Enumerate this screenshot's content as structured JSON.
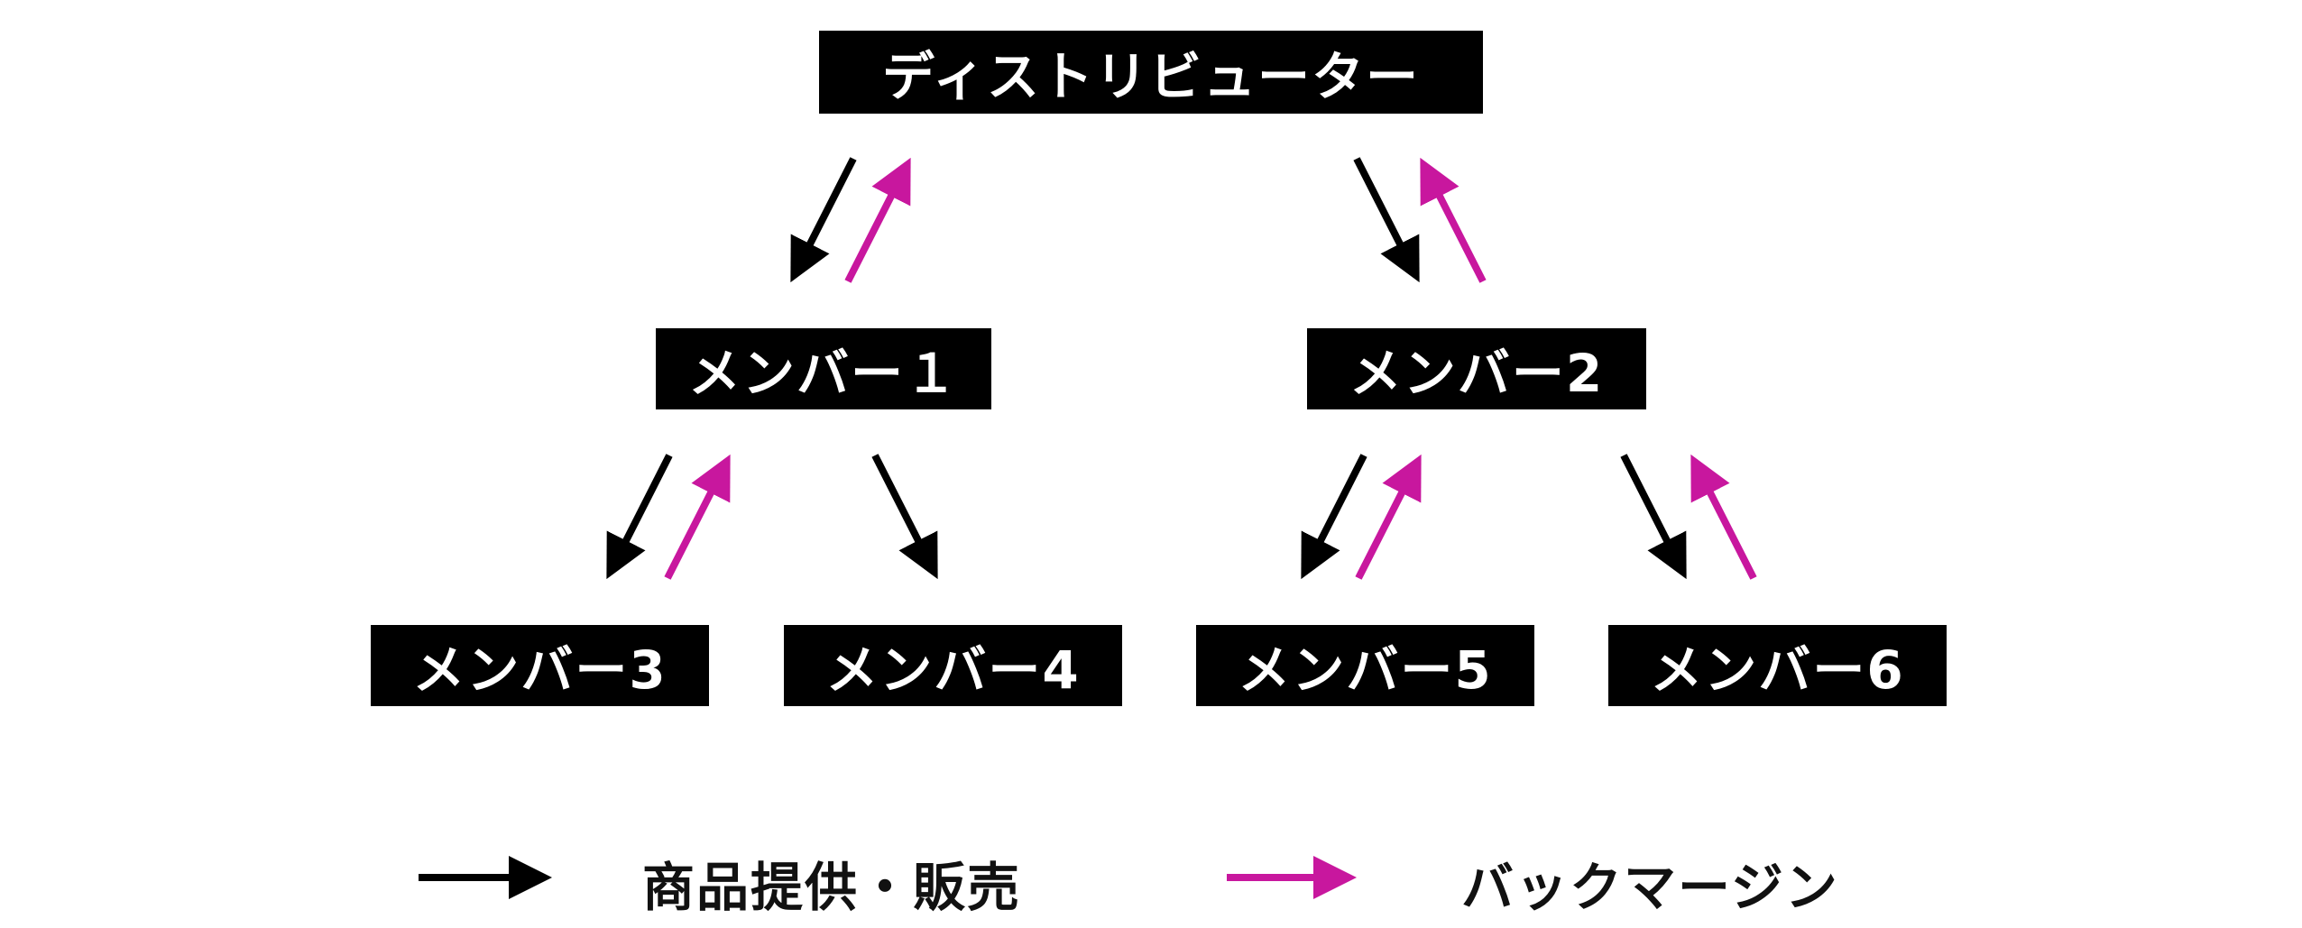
{
  "nodes": {
    "distributor": "ディストリビューター",
    "member1": "メンバー１",
    "member2": "メンバー2",
    "member3": "メンバー3",
    "member4": "メンバー4",
    "member5": "メンバー5",
    "member6": "メンバー6"
  },
  "edges": [
    {
      "from": "distributor",
      "to": "member1",
      "type": "supply"
    },
    {
      "from": "member1",
      "to": "distributor",
      "type": "margin"
    },
    {
      "from": "distributor",
      "to": "member2",
      "type": "supply"
    },
    {
      "from": "member2",
      "to": "distributor",
      "type": "margin"
    },
    {
      "from": "member1",
      "to": "member3",
      "type": "supply"
    },
    {
      "from": "member3",
      "to": "member1",
      "type": "margin"
    },
    {
      "from": "member1",
      "to": "member4",
      "type": "supply"
    },
    {
      "from": "member2",
      "to": "member5",
      "type": "supply"
    },
    {
      "from": "member5",
      "to": "member2",
      "type": "margin"
    },
    {
      "from": "member2",
      "to": "member6",
      "type": "supply"
    },
    {
      "from": "member6",
      "to": "member2",
      "type": "margin"
    }
  ],
  "legend": {
    "supply_label": "商品提供・販売",
    "margin_label": "バックマージン"
  },
  "colors": {
    "box": "#000000",
    "box_text": "#ffffff",
    "supply": "#000000",
    "margin": "#c8179e"
  }
}
